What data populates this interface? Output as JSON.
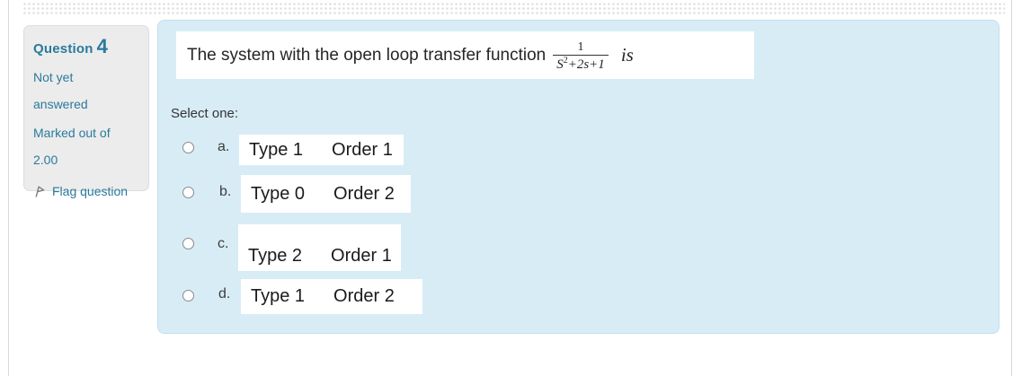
{
  "colors": {
    "accent_teal": "#2a7a9b",
    "panel_blue": "#d8ecf6",
    "panel_border": "#c2e0ee",
    "info_box_gray": "#ececec",
    "dot_gray": "#e0e0e0"
  },
  "question_info": {
    "label": "Question",
    "number": "4",
    "status": "Not yet answered",
    "marked_out_of": "Marked out of 2.00",
    "flag_label": "Flag question"
  },
  "question": {
    "text_before": "The system with the open loop transfer function",
    "fraction": {
      "numerator": "1",
      "den_base": "S",
      "den_sup": "2",
      "den_rest": "+2s+1"
    },
    "text_after": "is"
  },
  "select_label": "Select one:",
  "options": [
    {
      "letter": "a.",
      "type": "Type 1",
      "order": "Order 1"
    },
    {
      "letter": "b.",
      "type": "Type 0",
      "order": "Order 2"
    },
    {
      "letter": "c.",
      "type": "Type 2",
      "order": "Order 1"
    },
    {
      "letter": "d.",
      "type": "Type 1",
      "order": "Order 2"
    }
  ]
}
